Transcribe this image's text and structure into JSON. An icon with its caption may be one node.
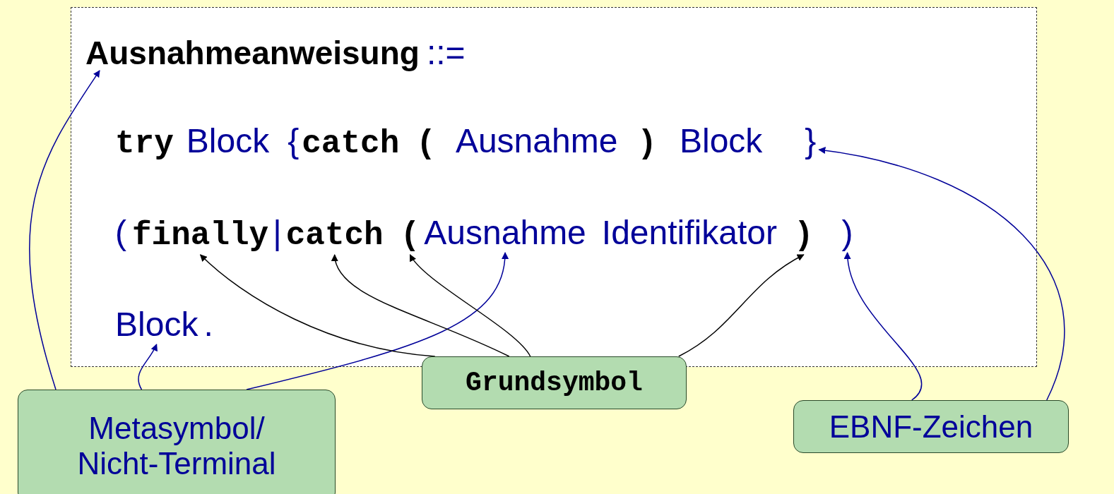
{
  "diagram": {
    "nodes": [
      {
        "text": [],
        "shape": "box"
      },
      {
        "text": [
          "Ausnahmeanweisung"
        ],
        "in": 0
      },
      {
        "text": [
          "}"
        ],
        "in": 0
      },
      {
        "text": [
          "finally"
        ],
        "in": 0
      },
      {
        "text": [
          "catch"
        ],
        "in": 0
      },
      {
        "text": [
          "("
        ],
        "in": 0
      },
      {
        "text": [
          "Ausnahme"
        ],
        "in": 0
      },
      {
        "text": [
          ")"
        ],
        "in": 0
      },
      {
        "text": [
          ")"
        ],
        "in": 0
      },
      {
        "text": [
          "Block"
        ],
        "in": 0
      },
      {
        "text": [
          "Metasymbol/ Nicht-Terminal"
        ]
      },
      {
        "text": [
          "Grundsymbol"
        ]
      },
      {
        "text": [
          "EBNF-Zeichen"
        ]
      }
    ],
    "edges": [
      {
        "from": 10,
        "to": 1,
        "arrow": "to"
      },
      {
        "from": 10,
        "to": 9,
        "arrow": "to"
      },
      {
        "from": 10,
        "to": 6,
        "arrow": "to"
      },
      {
        "from": 11,
        "to": 3,
        "arrow": "to",
        "color": "#000000"
      },
      {
        "from": 11,
        "to": 4,
        "arrow": "to",
        "color": "#000000"
      },
      {
        "from": 11,
        "to": 5,
        "arrow": "to",
        "color": "#000000"
      },
      {
        "from": 11,
        "to": 7,
        "arrow": "to",
        "color": "#000000"
      },
      {
        "from": 12,
        "to": 8,
        "arrow": "to"
      },
      {
        "from": 12,
        "to": 2,
        "arrow": "to"
      }
    ],
    "labels": [
      "::=",
      "try",
      "Block",
      "{",
      "catch",
      "(",
      "Ausnahme",
      ")",
      "Block",
      "(",
      "|",
      "Identifikator",
      "."
    ]
  }
}
